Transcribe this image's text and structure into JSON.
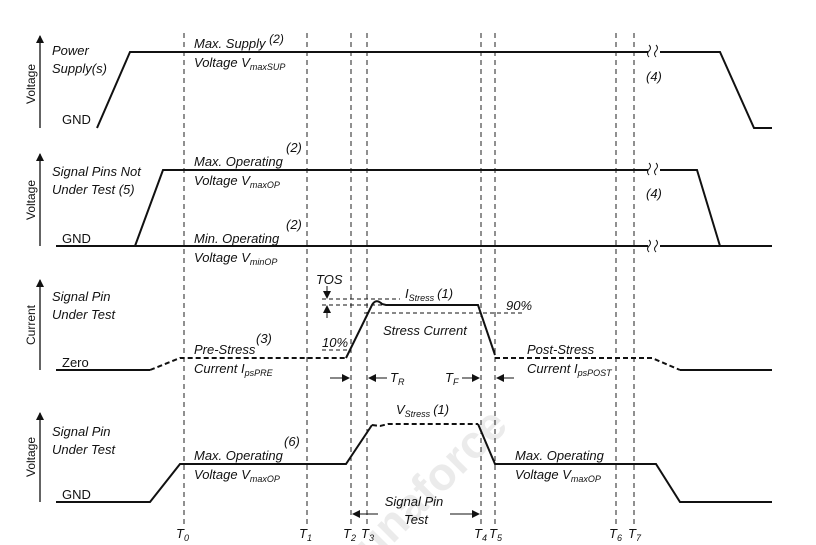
{
  "watermark": "unaforce",
  "axes": {
    "voltage": "Voltage",
    "current": "Current"
  },
  "panel1": {
    "signal_line1": "Power",
    "signal_line2": "Supply(s)",
    "gnd": "GND",
    "max_line1": "Max. Supply",
    "max_note": "(2)",
    "max_line2": "Voltage V",
    "max_sub": "maxSUP",
    "break_note": "(4)"
  },
  "panel2": {
    "signal_line1": "Signal Pins Not",
    "signal_line2": "Under Test (5)",
    "gnd": "GND",
    "max_line1": "Max. Operating",
    "max_note": "(2)",
    "max_line2": "Voltage V",
    "max_sub": "maxOP",
    "min_line1": "Min. Operating",
    "min_note": "(2)",
    "min_line2": "Voltage V",
    "min_sub": "minOP",
    "break_note": "(4)"
  },
  "panel3": {
    "signal_line1": "Signal Pin",
    "signal_line2": "Under Test",
    "zero": "Zero",
    "tos": "TOS",
    "istress": "I",
    "istress_sub": "Stress",
    "istress_note": "(1)",
    "p90": "90%",
    "p10": "10%",
    "stress_current": "Stress Current",
    "pre_line1": "Pre-Stress",
    "pre_note": "(3)",
    "pre_line2": "Current I",
    "pre_sub": "psPRE",
    "post_line1": "Post-Stress",
    "post_line2": "Current I",
    "post_sub": "psPOST",
    "tr": "T",
    "tr_sub": "R",
    "tf": "T",
    "tf_sub": "F"
  },
  "panel4": {
    "signal_line1": "Signal Pin",
    "signal_line2": "Under Test",
    "gnd": "GND",
    "vstress": "V",
    "vstress_sub": "Stress",
    "vstress_note": "(1)",
    "max_line1": "Max. Operating",
    "max_note": "(6)",
    "max_line2": "Voltage V",
    "max_sub": "maxOP",
    "post_line1": "Max. Operating",
    "post_line2": "Voltage V",
    "post_sub": "maxOP",
    "test_line1": "Signal Pin",
    "test_line2": "Test"
  },
  "time_markers": [
    {
      "t": "T",
      "sub": "0"
    },
    {
      "t": "T",
      "sub": "1"
    },
    {
      "t": "T",
      "sub": "2"
    },
    {
      "t": "T",
      "sub": "3"
    },
    {
      "t": "T",
      "sub": "4"
    },
    {
      "t": "T",
      "sub": "5"
    },
    {
      "t": "T",
      "sub": "6"
    },
    {
      "t": "T",
      "sub": "7"
    }
  ]
}
